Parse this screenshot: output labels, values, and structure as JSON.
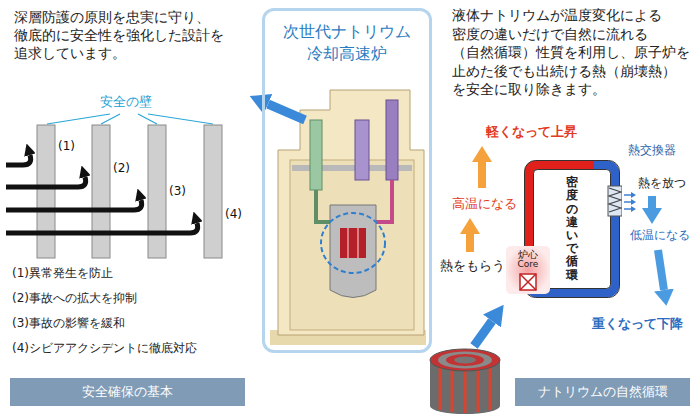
{
  "diagram": {
    "nodes": [
      {
        "text": [
          "次世代ナトリウム 冷却高速炉"
        ]
      },
      {
        "text": [
          "密度の違いで循環"
        ]
      },
      {
        "text": [
          "炉心",
          "Core"
        ]
      },
      {
        "text": [
          "安全確保の基本"
        ]
      },
      {
        "text": [
          "ナトリウムの自然循環"
        ]
      }
    ],
    "labels": [
      "深層防護の原則を忠実に守り、 徹底的に安全性を強化した設計を 追求しています。",
      "安全の壁",
      "(1)",
      "(2)",
      "(3)",
      "(4)",
      "(1)異常発生を防止",
      "(2)事故への拡大を抑制",
      "(3)事故の影響を緩和",
      "(4)シビアアクシデントに徹底対応",
      "液体ナトリウムが温度変化による 密度の違いだけで自然に流れる （自然循環）性質を利用し、原子炉を 止めた後でも出続ける熱（崩壊熱） を安全に取り除きます。",
      "軽くなって上昇",
      "高温になる",
      "熱をもらう",
      "熱交換器",
      "熱を放つ",
      "低温になる",
      "重くなって下降"
    ]
  }
}
